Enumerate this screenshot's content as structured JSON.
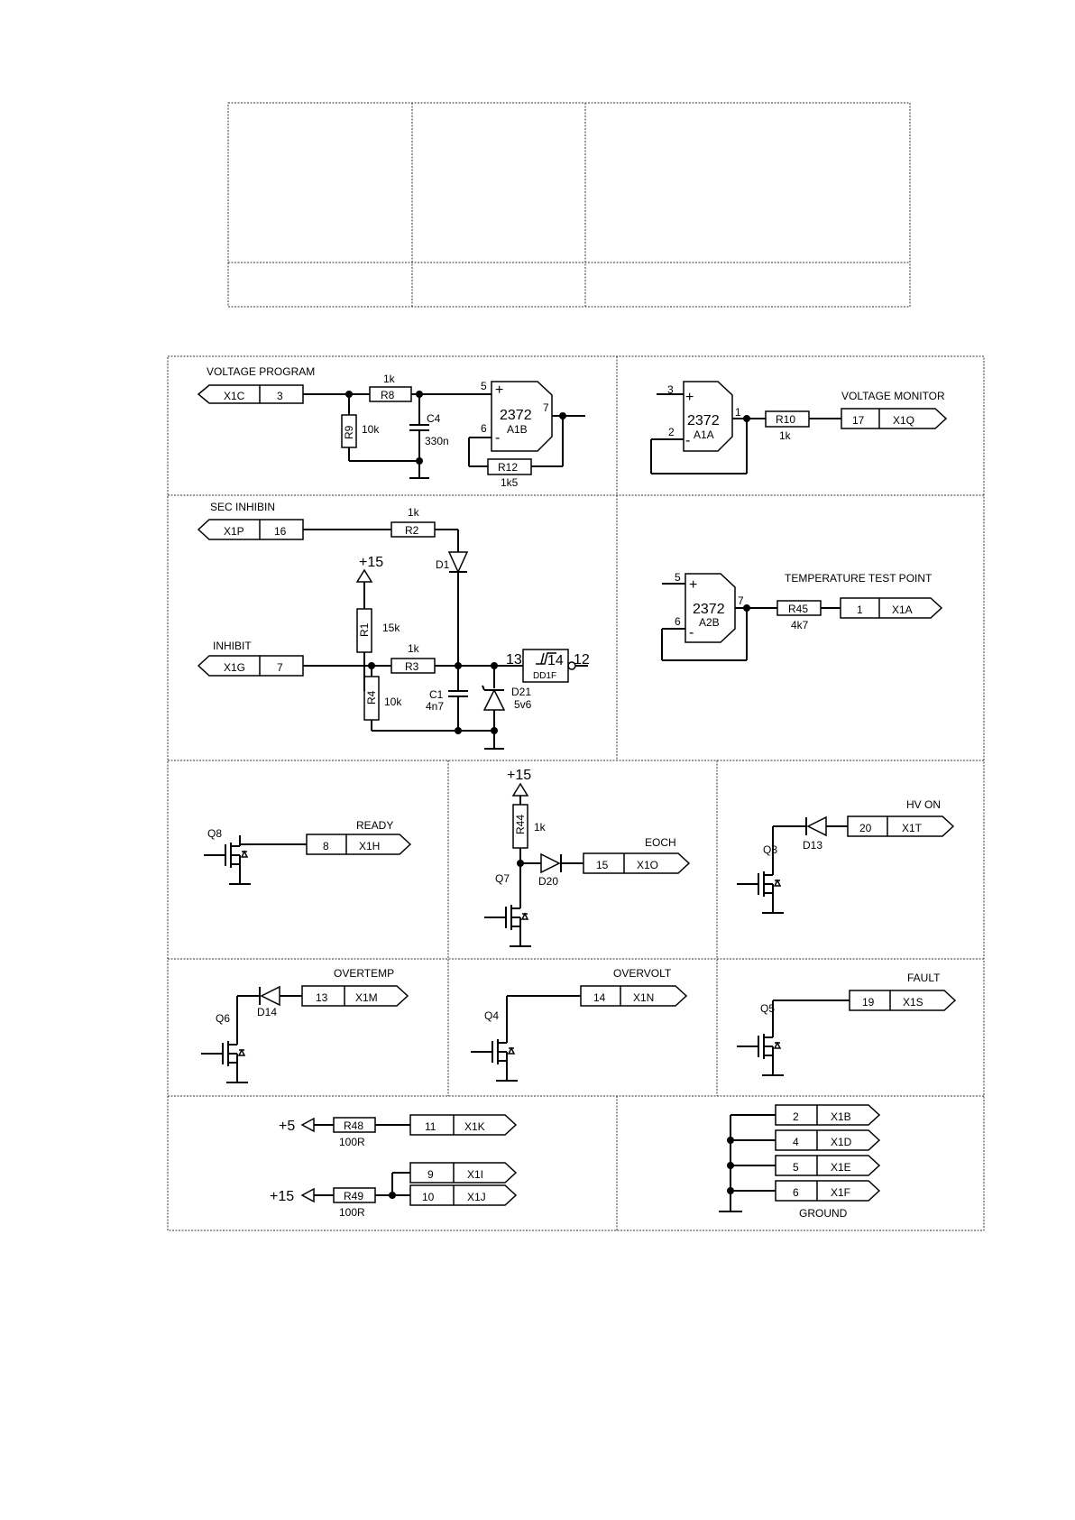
{
  "table": {
    "rows": [
      [
        "",
        "",
        ""
      ],
      [
        "",
        "",
        ""
      ]
    ]
  },
  "schematic": {
    "voltage_program": {
      "label": "VOLTAGE PROGRAM",
      "connector": {
        "pin": "3",
        "name": "X1C"
      },
      "r8": {
        "ref": "R8",
        "value": "1k"
      },
      "r9": {
        "ref": "R9",
        "value": "10k"
      },
      "c4": {
        "ref": "C4",
        "value": "330n"
      },
      "opamp": {
        "type": "2372",
        "ref": "A1B",
        "pin_plus": "5",
        "pin_minus": "6",
        "pin_out": "7"
      },
      "r12": {
        "ref": "R12",
        "value": "1k5"
      }
    },
    "voltage_monitor": {
      "label": "VOLTAGE MONITOR",
      "opamp": {
        "type": "2372",
        "ref": "A1A",
        "pin_plus": "3",
        "pin_minus": "2",
        "pin_out": "1"
      },
      "r10": {
        "ref": "R10",
        "value": "1k"
      },
      "connector": {
        "pin": "17",
        "name": "X1Q"
      }
    },
    "inhibit": {
      "sec_label": "SEC INHIBIN",
      "sec_connector": {
        "pin": "16",
        "name": "X1P"
      },
      "r2": {
        "ref": "R2",
        "value": "1k"
      },
      "d1": "D1",
      "supply": "+15",
      "r1": {
        "ref": "R1",
        "value": "15k"
      },
      "label": "INHIBIT",
      "connector": {
        "pin": "7",
        "name": "X1G"
      },
      "r3": {
        "ref": "R3",
        "value": "1k"
      },
      "r4": {
        "ref": "R4",
        "value": "10k"
      },
      "c1": {
        "ref": "C1",
        "value": "4n7"
      },
      "d21": {
        "ref": "D21",
        "value": "5v6"
      },
      "gate": {
        "ref": "DD1F",
        "pin_in": "13",
        "pin_mid": "14",
        "pin_out": "12"
      }
    },
    "temperature": {
      "label": "TEMPERATURE TEST POINT",
      "opamp": {
        "type": "2372",
        "ref": "A2B",
        "pin_plus": "5",
        "pin_minus": "6",
        "pin_out": "7"
      },
      "r45": {
        "ref": "R45",
        "value": "4k7"
      },
      "connector": {
        "pin": "1",
        "name": "X1A"
      }
    },
    "ready": {
      "label": "READY",
      "q": "Q8",
      "connector": {
        "pin": "8",
        "name": "X1H"
      }
    },
    "eoch": {
      "label": "EOCH",
      "supply": "+15",
      "r44": {
        "ref": "R44",
        "value": "1k"
      },
      "q": "Q7",
      "d": "D20",
      "connector": {
        "pin": "15",
        "name": "X1O"
      }
    },
    "hv_on": {
      "label": "HV ON",
      "q": "Q3",
      "d": "D13",
      "connector": {
        "pin": "20",
        "name": "X1T"
      }
    },
    "overtemp": {
      "label": "OVERTEMP",
      "q": "Q6",
      "d": "D14",
      "connector": {
        "pin": "13",
        "name": "X1M"
      }
    },
    "overvolt": {
      "label": "OVERVOLT",
      "q": "Q4",
      "connector": {
        "pin": "14",
        "name": "X1N"
      }
    },
    "fault": {
      "label": "FAULT",
      "q": "Q5",
      "connector": {
        "pin": "19",
        "name": "X1S"
      }
    },
    "power": {
      "p5": "+5",
      "r48": {
        "ref": "R48",
        "value": "100R"
      },
      "c11": {
        "pin": "11",
        "name": "X1K"
      },
      "p15": "+15",
      "r49": {
        "ref": "R49",
        "value": "100R"
      },
      "c9": {
        "pin": "9",
        "name": "X1I"
      },
      "c10": {
        "pin": "10",
        "name": "X1J"
      }
    },
    "ground": {
      "label": "GROUND",
      "connectors": [
        {
          "pin": "2",
          "name": "X1B"
        },
        {
          "pin": "4",
          "name": "X1D"
        },
        {
          "pin": "5",
          "name": "X1E"
        },
        {
          "pin": "6",
          "name": "X1F"
        }
      ]
    }
  }
}
